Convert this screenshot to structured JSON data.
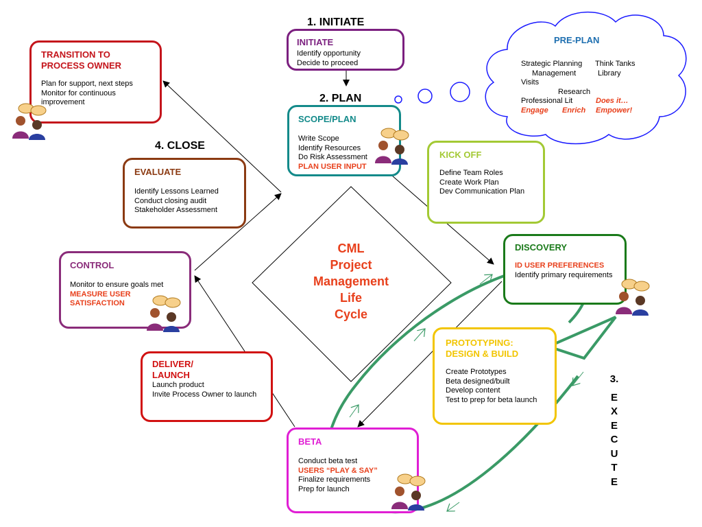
{
  "phases": {
    "initiate": "1.  INITIATE",
    "plan": "2. PLAN",
    "close": "4. CLOSE",
    "execute_num": "3.",
    "execute_letters": [
      "E",
      "X",
      "E",
      "C",
      "U",
      "T",
      "E"
    ]
  },
  "center_title": [
    "CML",
    "Project",
    "Management",
    "Life",
    "Cycle"
  ],
  "boxes": {
    "initiate": {
      "title": "INITIATE",
      "lines": [
        "Identify opportunity",
        "Decide to proceed"
      ]
    },
    "scope": {
      "title": "SCOPE/PLAN",
      "lines": [
        "Write Scope",
        "Identify Resources",
        "Do Risk Assessment"
      ],
      "emphasis": "PLAN USER INPUT"
    },
    "kickoff": {
      "title": "KICK OFF",
      "lines": [
        "Define Team Roles",
        "Create Work Plan",
        "Dev Communication Plan"
      ]
    },
    "discovery": {
      "title": "DISCOVERY",
      "emphasis": "ID USER PREFERENCES",
      "lines": [
        "Identify primary requirements"
      ]
    },
    "prototyping": {
      "title_1": "PROTOTYPING:",
      "title_2": "DESIGN & BUILD",
      "lines": [
        "Create Prototypes",
        "Beta designed/built",
        "Develop content",
        "Test to prep for beta launch"
      ]
    },
    "beta": {
      "title": "BETA",
      "line_1": "Conduct beta test",
      "emphasis": "USERS “PLAY & SAY”",
      "lines": [
        "Finalize requirements",
        "Prep for launch"
      ]
    },
    "deliver": {
      "title_1": "DELIVER/",
      "title_2": "LAUNCH",
      "lines": [
        "Launch product",
        "Invite Process Owner to launch"
      ]
    },
    "control": {
      "title": "CONTROL",
      "line_1": "Monitor to ensure goals met",
      "emphasis_1": "MEASURE USER",
      "emphasis_2": "SATISFACTION"
    },
    "evaluate": {
      "title": "EVALUATE",
      "lines": [
        "Identify Lessons Learned",
        "Conduct closing audit",
        "Stakeholder Assessment"
      ]
    },
    "transition": {
      "title_1": "TRANSITION TO",
      "title_2": "PROCESS OWNER",
      "lines": [
        "Plan for support, next steps",
        "Monitor for continuous",
        "improvement"
      ]
    }
  },
  "preplan": {
    "title": "PRE-PLAN",
    "row_1a": "Strategic Planning",
    "row_1b": "Think Tanks",
    "row_2a": "Management",
    "row_2b": "Library",
    "row_3": "Visits",
    "row_4": "Research",
    "row_5a": "Professional Lit",
    "row_5b": "Does it…",
    "row_6a": "Engage",
    "row_6b": "Enrich",
    "row_6c": "Empower!"
  },
  "colors": {
    "initiate": "#7b1f7f",
    "scope": "#138a8a",
    "kickoff": "#a3c934",
    "discovery": "#1a7a1a",
    "prototyping": "#f2c500",
    "beta": "#e01ed4",
    "deliver": "#d11111",
    "control": "#8a2c7a",
    "evaluate": "#8b3a12",
    "transition": "#c4141b",
    "preplan_blue": "#1a1aff",
    "preplan_title": "#1e6fb0",
    "emphasis": "#e8401c",
    "loop_green": "#3a9a66"
  }
}
